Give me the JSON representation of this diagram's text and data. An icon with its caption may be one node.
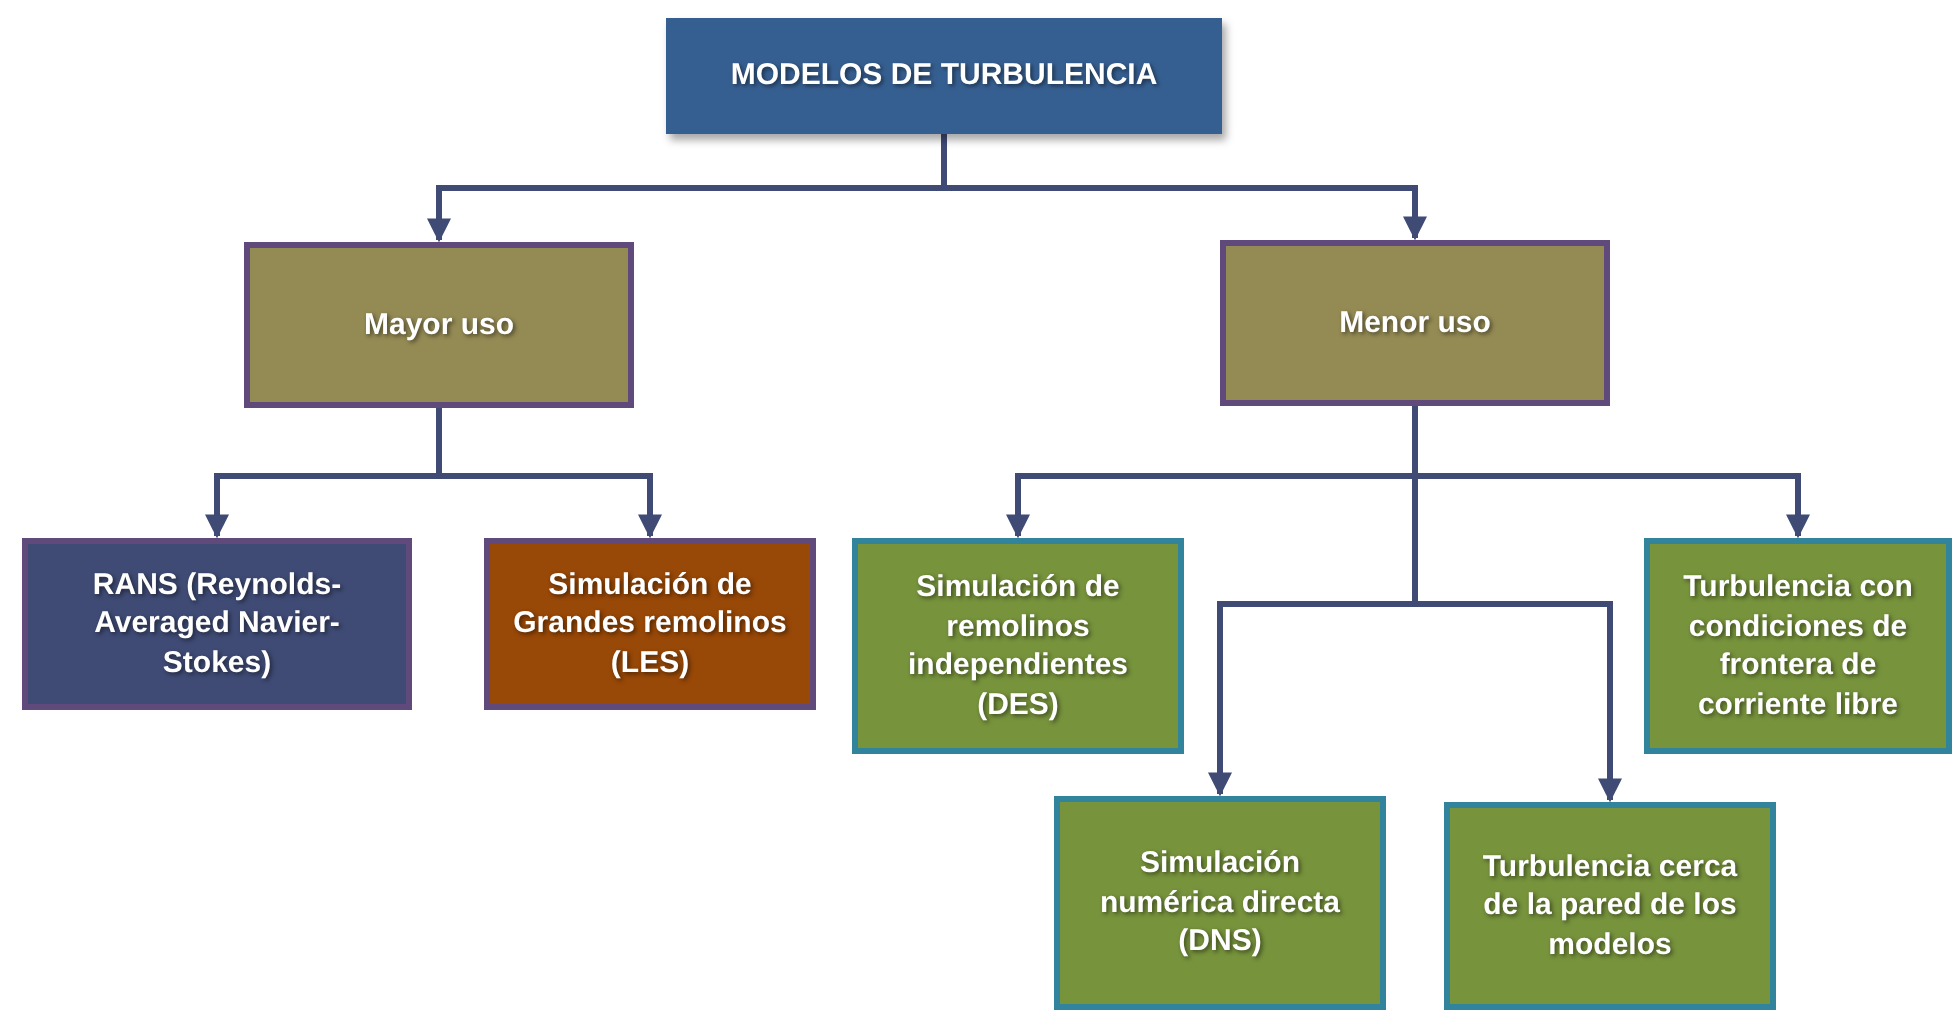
{
  "diagram": {
    "nodes": [
      {
        "text": [
          "MODELOS DE TURBULENCIA"
        ]
      },
      {
        "text": [
          "Mayor uso"
        ]
      },
      {
        "text": [
          "Menor uso"
        ]
      },
      {
        "text": [
          "RANS (Reynolds-Averaged Navier-Stokes)"
        ]
      },
      {
        "text": [
          "Simulación de Grandes remolinos (LES)"
        ]
      },
      {
        "text": [
          "Simulación de remolinos independientes (DES)"
        ]
      },
      {
        "text": [
          "Turbulencia con condiciones de frontera de corriente libre"
        ]
      },
      {
        "text": [
          "Simulación numérica directa (DNS)"
        ]
      },
      {
        "text": [
          "Turbulencia cerca de la pared de los modelos"
        ]
      }
    ],
    "edges": [
      {
        "from": 0,
        "to": 1,
        "arrow": "to"
      },
      {
        "from": 0,
        "to": 2,
        "arrow": "to"
      },
      {
        "from": 1,
        "to": 3,
        "arrow": "to"
      },
      {
        "from": 1,
        "to": 4,
        "arrow": "to"
      },
      {
        "from": 2,
        "to": 5,
        "arrow": "to"
      },
      {
        "from": 2,
        "to": 6,
        "arrow": "to"
      },
      {
        "from": 2,
        "to": 7,
        "arrow": "to"
      },
      {
        "from": 2,
        "to": 8,
        "arrow": "to"
      }
    ]
  }
}
